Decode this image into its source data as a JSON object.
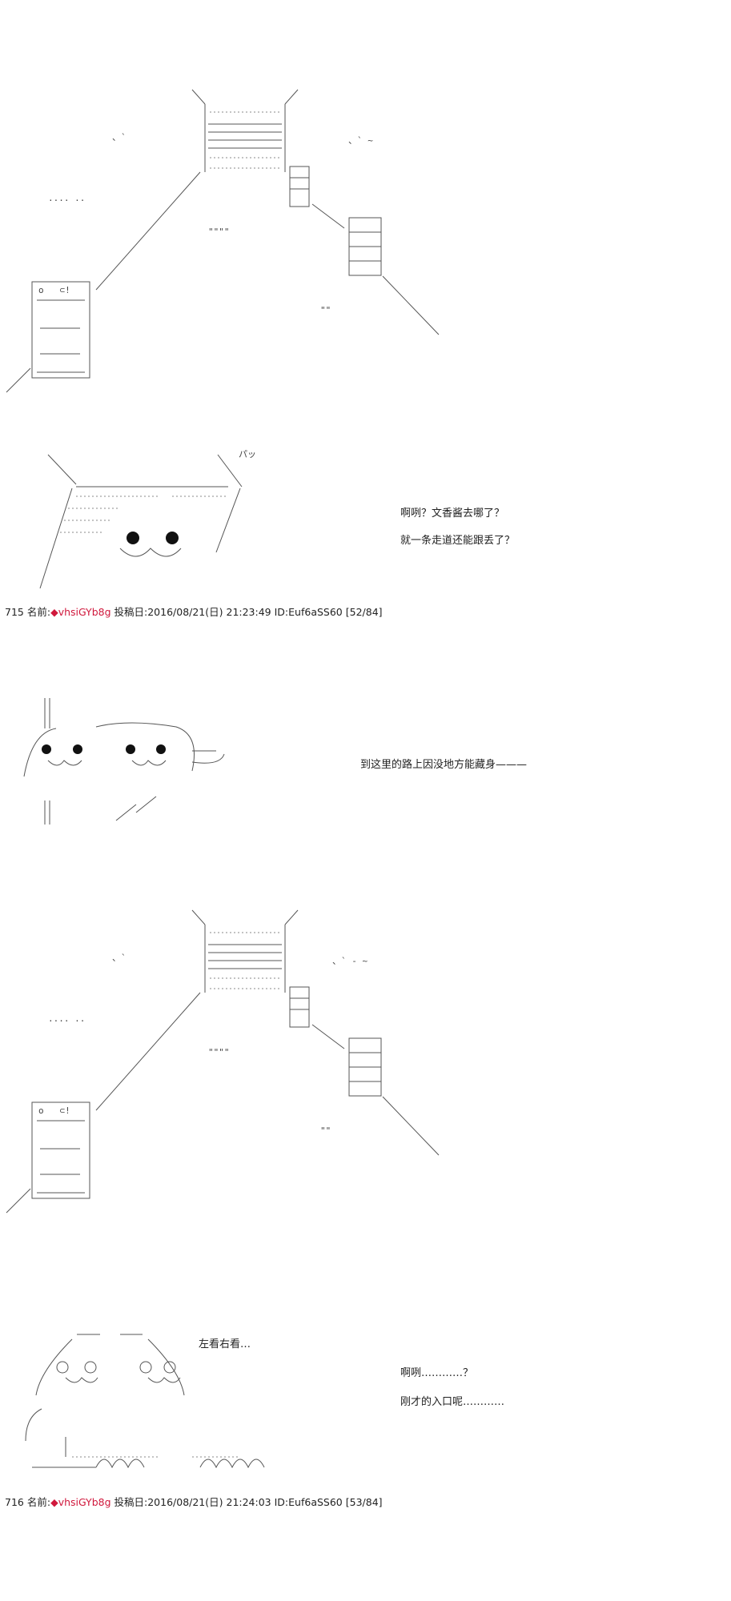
{
  "posts": [
    {
      "number": "715",
      "name_label": "名前:",
      "trip_symbol": "◆",
      "trip": "vhsiGYb8g",
      "posted_label": "投稿日:",
      "date": "2016/08/21(日) 21:23:49",
      "id": "ID:Euf6aSS60",
      "count": "[52/84]",
      "sfx": "パッ",
      "dialog": [
        "啊咧？文香酱去哪了？",
        "就一条走道还能跟丢了？",
        "到这里的路上因没地方能藏身———"
      ]
    },
    {
      "number": "716",
      "name_label": "名前:",
      "trip_symbol": "◆",
      "trip": "vhsiGYb8g",
      "posted_label": "投稿日:",
      "date": "2016/08/21(日) 21:24:03",
      "id": "ID:Euf6aSS60",
      "count": "[53/84]",
      "dialog": [
        "左看右看…",
        "啊咧…………？",
        "刚才的入口呢…………"
      ]
    }
  ]
}
